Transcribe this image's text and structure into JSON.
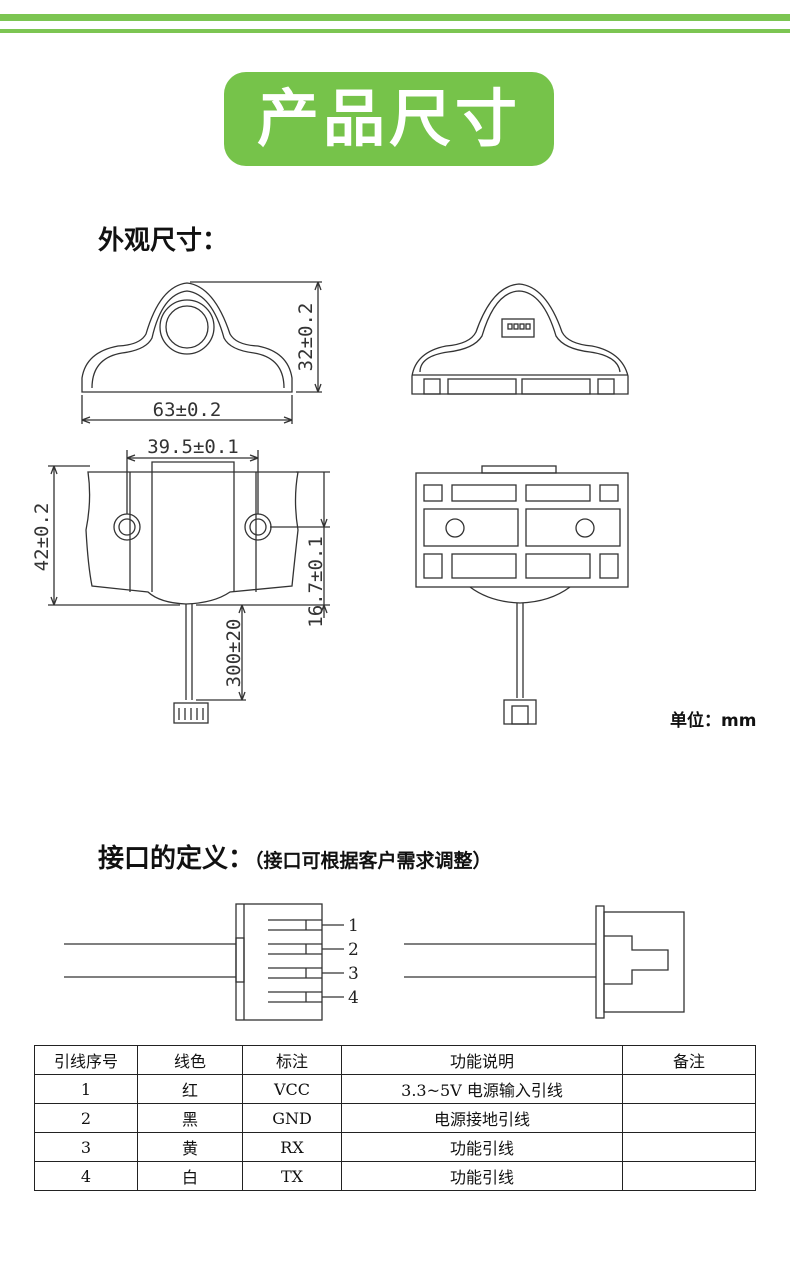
{
  "colors": {
    "accent": "#76c34a",
    "line": "#333333"
  },
  "banner": {
    "title": "产品尺寸"
  },
  "appearance": {
    "heading": "外观尺寸：",
    "dims": {
      "width": "63±0.2",
      "height": "32±0.2",
      "hole_spacing": "39.5±0.1",
      "body_height": "42±0.2",
      "hole_height": "16.7±0.1",
      "cable_length": "300±20"
    },
    "unit": "单位：mm"
  },
  "interface": {
    "heading": "接口的定义：",
    "note": "（接口可根据客户需求调整）",
    "pins": [
      "1",
      "2",
      "3",
      "4"
    ]
  },
  "pin_table": {
    "columns": [
      "引线序号",
      "线色",
      "标注",
      "功能说明",
      "备注"
    ],
    "rows": [
      [
        "1",
        "红",
        "VCC",
        "3.3~5V 电源输入引线",
        ""
      ],
      [
        "2",
        "黑",
        "GND",
        "电源接地引线",
        ""
      ],
      [
        "3",
        "黄",
        "RX",
        "功能引线",
        ""
      ],
      [
        "4",
        "白",
        "TX",
        "功能引线",
        ""
      ]
    ]
  }
}
